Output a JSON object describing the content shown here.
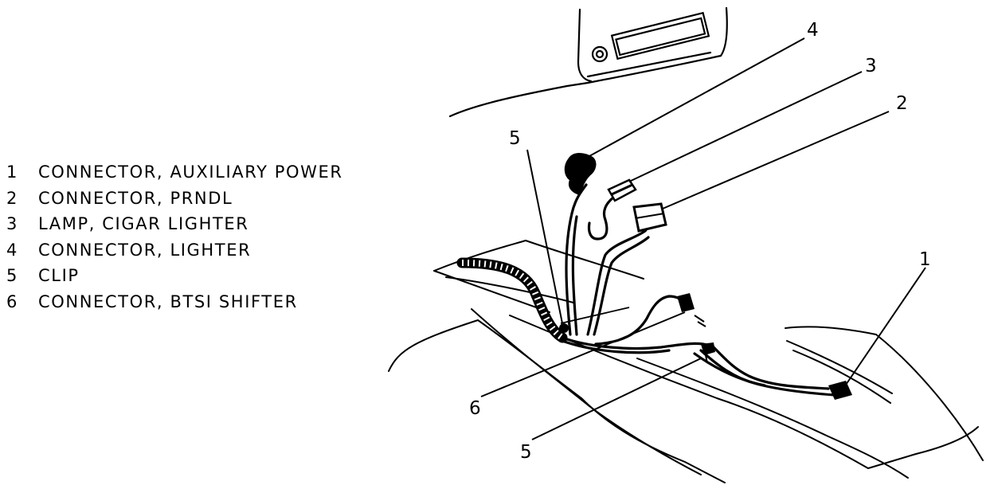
{
  "legend": [
    {
      "num": "1",
      "label": "CONNECTOR, AUXILIARY POWER"
    },
    {
      "num": "2",
      "label": "CONNECTOR, PRNDL"
    },
    {
      "num": "3",
      "label": "LAMP, CIGAR LIGHTER"
    },
    {
      "num": "4",
      "label": "CONNECTOR, LIGHTER"
    },
    {
      "num": "5",
      "label": "CLIP"
    },
    {
      "num": "6",
      "label": "CONNECTOR, BTSI SHIFTER"
    }
  ],
  "callouts": {
    "c1": "1",
    "c2": "2",
    "c3": "3",
    "c4": "4",
    "c5_top": "5",
    "c5_bottom": "5",
    "c6": "6"
  }
}
